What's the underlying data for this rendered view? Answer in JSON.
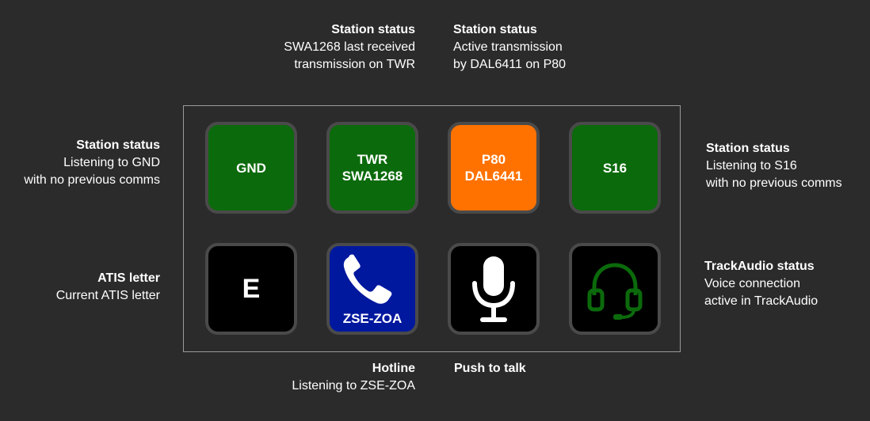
{
  "annotations": {
    "top_left": {
      "title": "Station status",
      "desc": "SWA1268 last received\ntransmission on TWR"
    },
    "top_right": {
      "title": "Station status",
      "desc": "Active transmission\nby DAL6411 on P80"
    },
    "mid_left": {
      "title": "Station status",
      "desc": "Listening to GND\nwith no previous comms"
    },
    "mid_right": {
      "title": "Station status",
      "desc": "Listening to S16\nwith no previous comms"
    },
    "atis": {
      "title": "ATIS letter",
      "desc": "Current ATIS letter"
    },
    "trackaudio": {
      "title": "TrackAudio status",
      "desc": "Voice connection\nactive in TrackAudio"
    },
    "hotline": {
      "title": "Hotline",
      "desc": "Listening to ZSE-ZOA"
    },
    "ptt": {
      "title": "Push to talk",
      "desc": ""
    }
  },
  "keys": {
    "gnd": {
      "label": "GND",
      "color": "#0b6a0b"
    },
    "twr": {
      "label": "TWR\nSWA1268",
      "color": "#0b6a0b"
    },
    "p80": {
      "label": "P80\nDAL6441",
      "color": "#ff7200"
    },
    "s16": {
      "label": "S16",
      "color": "#0b6a0b"
    },
    "atis": {
      "label": "E",
      "color": "#000000"
    },
    "hotline": {
      "label": "ZSE-ZOA",
      "icon": "phone-icon",
      "color": "#00189e"
    },
    "ptt": {
      "icon": "microphone-icon",
      "color": "#000000"
    },
    "trackaudio": {
      "icon": "headset-icon",
      "color": "#0b6a0b"
    }
  }
}
